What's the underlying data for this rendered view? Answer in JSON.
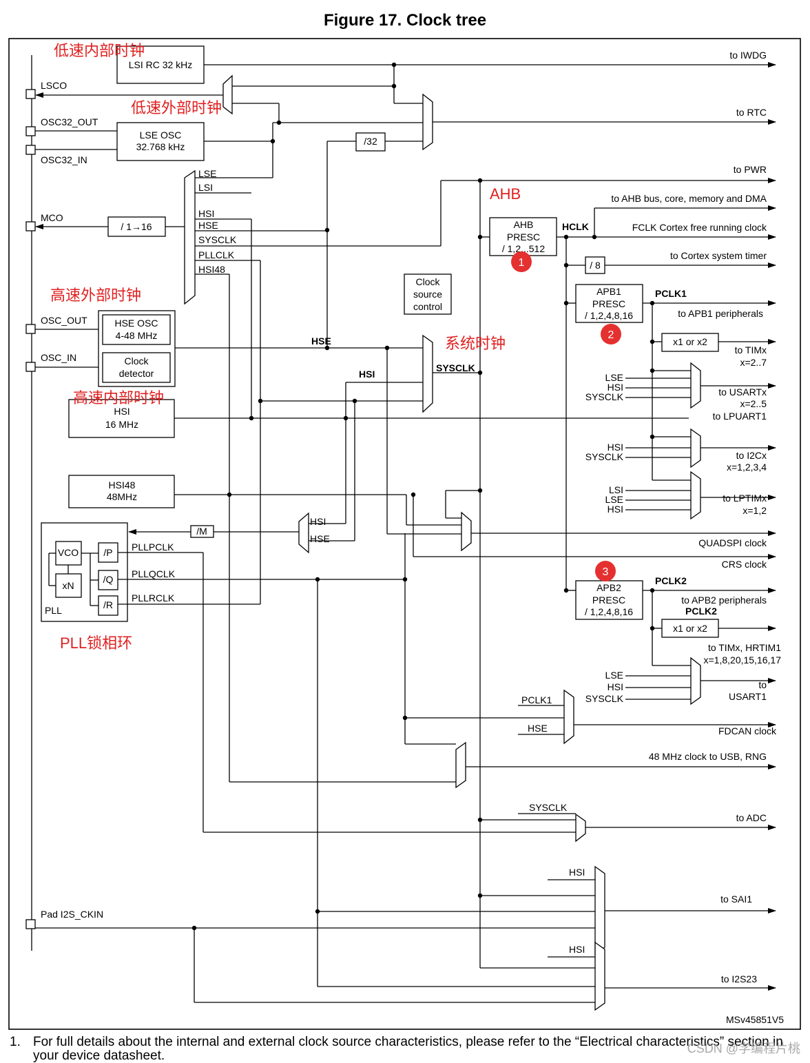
{
  "figure_title": "Figure 17. Clock tree",
  "figure_id": "MSv45851V5",
  "footnote": {
    "number": "1.",
    "text": "For full details about the internal and external clock source characteristics, please refer to the “Electrical characteristics” section in your device datasheet."
  },
  "watermark": "CSDN @学编程片桃",
  "annotations": {
    "lsi": "低速内部时钟",
    "lse": "低速外部时钟",
    "ahb": "AHB",
    "hse": "高速外部时钟",
    "sysclk": "系统时钟",
    "hsi": "高速内部时钟",
    "pll": "PLL锁相环"
  },
  "badges": [
    "1",
    "2",
    "3"
  ],
  "pins": {
    "lsco": "LSCO",
    "osc32_out": "OSC32_OUT",
    "osc32_in": "OSC32_IN",
    "mco": "MCO",
    "osc_out": "OSC_OUT",
    "osc_in": "OSC_IN",
    "i2s_ckin": "Pad I2S_CKIN"
  },
  "blocks": {
    "lsi_rc": "LSI RC 32 kHz",
    "lse_osc": [
      "LSE OSC",
      "32.768 kHz"
    ],
    "div32": "/32",
    "mco_div": "/ 1→16",
    "hse_osc": [
      "HSE OSC",
      "4-48 MHz"
    ],
    "clock_detector": [
      "Clock",
      "detector"
    ],
    "hsi": [
      "HSI",
      "16 MHz"
    ],
    "hsi48": [
      "HSI48",
      "48MHz"
    ],
    "clock_source_control": [
      "Clock",
      "source",
      "control"
    ],
    "ahb_presc": [
      "AHB",
      "PRESC",
      "/ 1,2,..512"
    ],
    "div8": "/ 8",
    "apb1_presc": [
      "APB1",
      "PRESC",
      "/ 1,2,4,8,16"
    ],
    "apb2_presc": [
      "APB2",
      "PRESC",
      "/ 1,2,4,8,16"
    ],
    "x1x2_a": "x1 or x2",
    "x1x2_b": "x1 or x2",
    "pll_m": "/M",
    "vco": "VCO",
    "xn": "xN",
    "p": "/P",
    "q": "/Q",
    "r": "/R",
    "pll": "PLL"
  },
  "mco_mux_inputs": [
    "LSE",
    "LSI",
    "HSI",
    "HSE",
    "SYSCLK",
    "PLLCLK",
    "HSI48"
  ],
  "pll_src_inputs": [
    "HSI",
    "HSE"
  ],
  "pll_outputs": [
    "PLLPCLK",
    "PLLQCLK",
    "PLLRCLK"
  ],
  "signals": {
    "hse": "HSE",
    "hsi": "HSI",
    "sysclk": "SYSCLK",
    "hclk": "HCLK",
    "pclk1": "PCLK1",
    "pclk2": "PCLK2",
    "pclk2_b": "PCLK2"
  },
  "mux_labels": {
    "usart": [
      "LSE",
      "HSI",
      "SYSCLK"
    ],
    "i2c": [
      "HSI",
      "SYSCLK"
    ],
    "lptim": [
      "LSI",
      "LSE",
      "HSI"
    ],
    "usart1": [
      "LSE",
      "HSI",
      "SYSCLK"
    ],
    "fdcan": [
      "PCLK1",
      "HSE"
    ],
    "adc": "SYSCLK",
    "sai": "HSI",
    "i2s": "HSI"
  },
  "outputs": {
    "iwdg": "to IWDG",
    "rtc": "to RTC",
    "pwr": "to PWR",
    "ahb": "to AHB bus, core, memory and DMA",
    "fclk": "FCLK Cortex free running clock",
    "systick": "to Cortex system timer",
    "apb1": "to APB1 peripherals",
    "timx1": [
      "to TIMx",
      "x=2..7"
    ],
    "usartx": [
      "to USARTx",
      "x=2..5",
      "to LPUART1"
    ],
    "i2cx": [
      "to I2Cx",
      "x=1,2,3,4"
    ],
    "lptimx": [
      "to LPTIMx",
      "x=1,2"
    ],
    "quadspi": "QUADSPI clock",
    "crs": "CRS clock",
    "apb2": "to APB2 peripherals",
    "timx2": [
      "to TIMx, HRTIM1",
      "x=1,8,20,15,16,17"
    ],
    "usart1": [
      "to",
      "USART1"
    ],
    "fdcan": "FDCAN clock",
    "usb": "48 MHz clock to USB, RNG",
    "adc": "to ADC",
    "sai1": "to SAI1",
    "i2s23": "to I2S23"
  }
}
